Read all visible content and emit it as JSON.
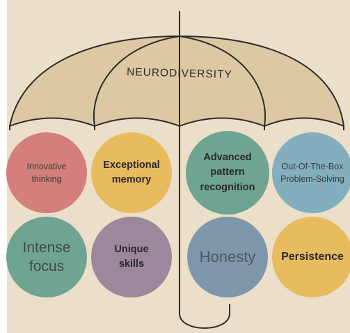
{
  "title": "NEURODIVERSITY",
  "colors": {
    "background": "#ecdfca",
    "canopy": "#dcc8a2",
    "line": "#2b2b2b",
    "rose": "#d47f7b",
    "mustard": "#e8bb5f",
    "teal": "#6fa492",
    "blue": "#82aebd",
    "mauve": "#9b889b",
    "slate": "#7e97ab"
  },
  "traits": [
    {
      "label": "Innovative thinking"
    },
    {
      "label": "Exceptional memory"
    },
    {
      "label": "Advanced pattern recognition"
    },
    {
      "label": "Out-Of-The-Box Problem-Solving"
    },
    {
      "label": "Intense focus"
    },
    {
      "label": "Unique skills"
    },
    {
      "label": "Honesty"
    },
    {
      "label": "Persistence"
    }
  ]
}
